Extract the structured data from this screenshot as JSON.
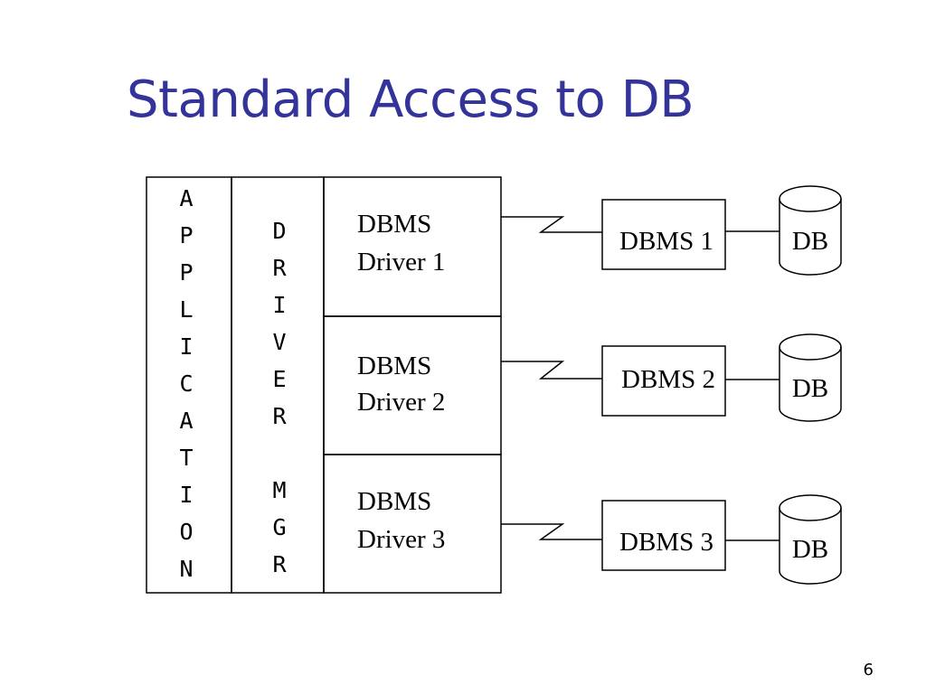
{
  "title": "Standard Access to DB",
  "page_number": "6",
  "diagram": {
    "application_label": [
      "A",
      "P",
      "P",
      "L",
      "I",
      "C",
      "A",
      "T",
      "I",
      "O",
      "N"
    ],
    "driver_manager_label": [
      "D",
      "R",
      "I",
      "V",
      "E",
      "R",
      "",
      "M",
      "G",
      "R"
    ],
    "drivers": [
      {
        "line1": "DBMS",
        "line2": "Driver 1"
      },
      {
        "line1": "DBMS",
        "line2": "Driver 2"
      },
      {
        "line1": "DBMS",
        "line2": "Driver 3"
      }
    ],
    "dbms": [
      "DBMS 1",
      "DBMS 2",
      "DBMS 3"
    ],
    "databases": [
      "DB",
      "DB",
      "DB"
    ]
  }
}
